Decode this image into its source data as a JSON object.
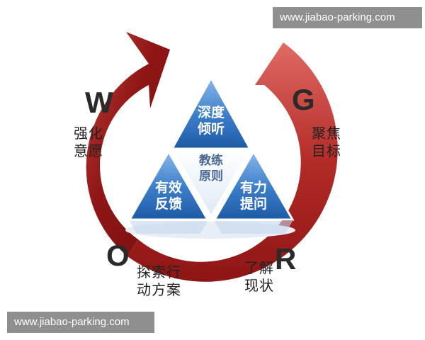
{
  "watermark": {
    "top": "www.jiabao-parking.com",
    "bottom": "www.jiabao-parking.com"
  },
  "grow": {
    "G": {
      "letter": "G",
      "line1": "聚焦",
      "line2": "目标"
    },
    "R": {
      "letter": "R",
      "line1": "了解",
      "line2": "现状"
    },
    "O": {
      "letter": "O",
      "line1": "探索行",
      "line2": "动方案"
    },
    "W": {
      "letter": "W",
      "line1": "强化",
      "line2": "意愿"
    }
  },
  "triangles": {
    "top": {
      "line1": "深度",
      "line2": "倾听"
    },
    "left": {
      "line1": "有效",
      "line2": "反馈"
    },
    "right": {
      "line1": "有力",
      "line2": "提问"
    }
  },
  "center": {
    "line1": "教练",
    "line2": "原则"
  },
  "colors": {
    "arrow_dark": "#8e1515",
    "arrow_light": "#d9534f",
    "triangle_blue": "#2f6fbf",
    "triangle_light": "#6fa3dd"
  }
}
